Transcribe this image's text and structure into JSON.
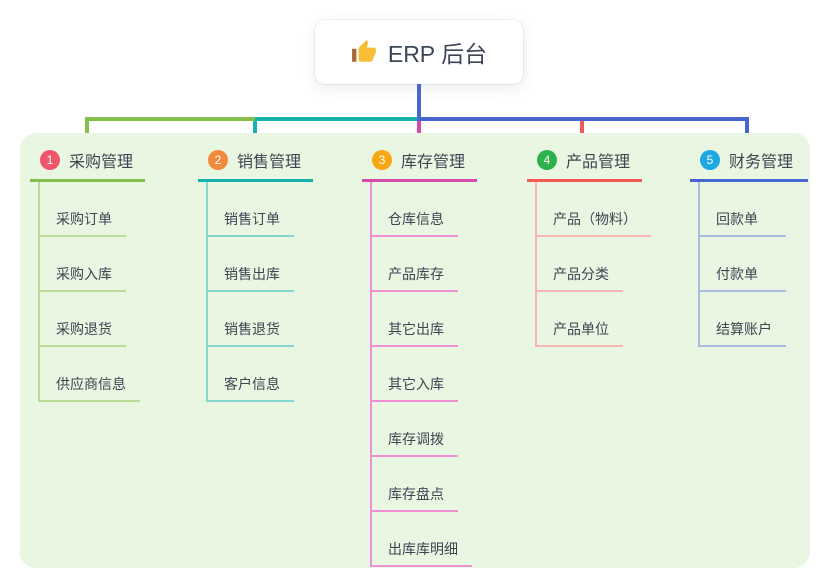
{
  "root": {
    "label": "ERP 后台",
    "icon": "thumbs-up-icon"
  },
  "theme": {
    "canvas_bg": "#ffffff",
    "panel_bg": "#e9f6e2",
    "trunk_color": "#4766d2",
    "root_text_color": "#3d4657",
    "item_text_color": "#3e4551"
  },
  "branches": [
    {
      "key": "purchase",
      "num": "1",
      "label": "采购管理",
      "badge_color": "#f0566b",
      "line_color": "#84bf4e",
      "light_color": "#b9dc99",
      "items": [
        "采购订单",
        "采购入库",
        "采购退货",
        "供应商信息"
      ]
    },
    {
      "key": "sales",
      "num": "2",
      "label": "销售管理",
      "badge_color": "#f28a3d",
      "line_color": "#17b2ab",
      "light_color": "#84d6cf",
      "items": [
        "销售订单",
        "销售出库",
        "销售退货",
        "客户信息"
      ]
    },
    {
      "key": "inventory",
      "num": "3",
      "label": "库存管理",
      "badge_color": "#f7a714",
      "line_color": "#d44cab",
      "light_color": "#ef90d2",
      "items": [
        "仓库信息",
        "产品库存",
        "其它出库",
        "其它入库",
        "库存调拨",
        "库存盘点",
        "出库库明细"
      ]
    },
    {
      "key": "product",
      "num": "4",
      "label": "产品管理",
      "badge_color": "#2eb14c",
      "line_color": "#f15955",
      "light_color": "#f8b6b2",
      "items": [
        "产品（物料）",
        "产品分类",
        "产品单位"
      ]
    },
    {
      "key": "finance",
      "num": "5",
      "label": "财务管理",
      "badge_color": "#1ea7e2",
      "line_color": "#4766d2",
      "light_color": "#a8bce4",
      "items": [
        "回款单",
        "付款单",
        "结算账户"
      ]
    }
  ]
}
